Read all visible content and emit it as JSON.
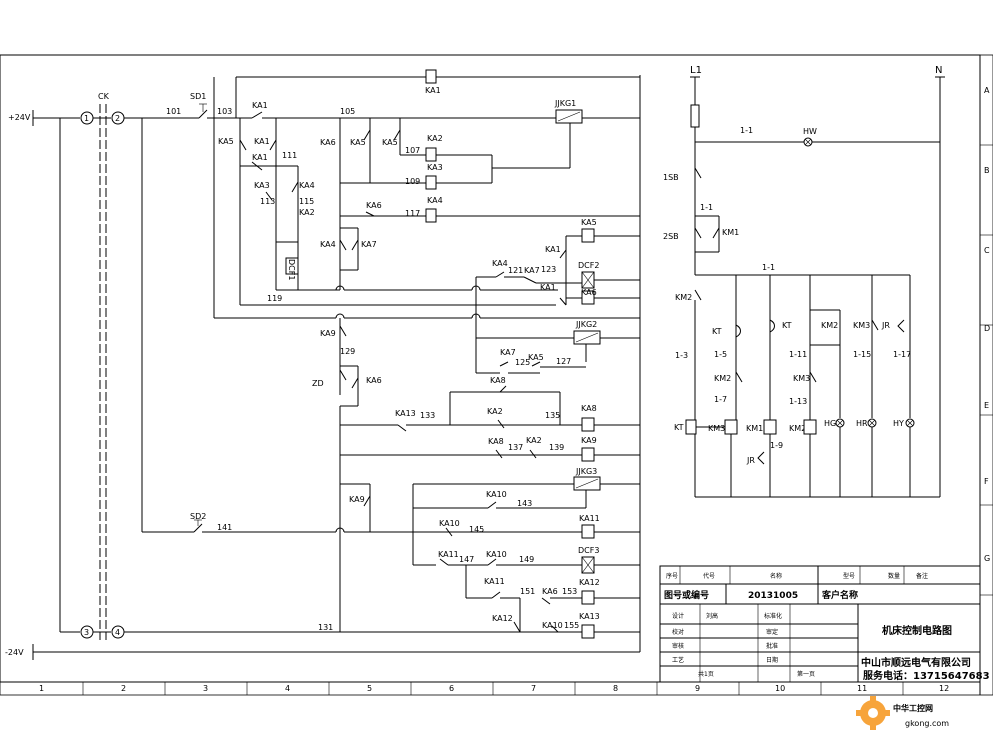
{
  "frame": {
    "columns": [
      "1",
      "2",
      "3",
      "4",
      "5",
      "6",
      "7",
      "8",
      "9",
      "10",
      "11",
      "12"
    ],
    "rows": [
      "A",
      "B",
      "C",
      "D",
      "E",
      "F",
      "G"
    ]
  },
  "supply": {
    "pos": "+24V",
    "neg": "-24V",
    "ck": "CK",
    "t1": "1",
    "t2": "2",
    "t3": "3",
    "t4": "4"
  },
  "labels": {
    "sd1": "SD1",
    "w101": "101",
    "w103": "103",
    "ka1_a": "KA1",
    "w105": "105",
    "ka1_coil": "KA1",
    "jjkg1": "JJKG1",
    "ka6_a": "KA6",
    "ka5_a": "KA5",
    "ka5_b": "KA5",
    "ka2_coil": "KA2",
    "w107": "107",
    "ka5_c": "KA5",
    "ka1_b": "KA1",
    "ka1_c": "KA1",
    "w111": "111",
    "w109": "109",
    "ka3_coil": "KA3",
    "ka3_a": "KA3",
    "ka4_a": "KA4",
    "w113": "113",
    "w115": "115",
    "ka2_a": "KA2",
    "ka6_b": "KA6",
    "w117": "117",
    "ka4_coil": "KA4",
    "ka4_b": "KA4",
    "ka7_a": "KA7",
    "dcf1": "DCF1",
    "w119": "119",
    "ka5_coil": "KA5",
    "ka1_d": "KA1",
    "w123": "123",
    "ka4_c": "KA4",
    "w121": "121",
    "ka7_b": "KA7",
    "dcf2": "DCF2",
    "ka1_e": "KA1",
    "ka6_coil": "KA6",
    "ka9_a": "KA9",
    "jjkg2": "JJKG2",
    "w129": "129",
    "ka7_c": "KA7",
    "w125": "125",
    "ka5_d": "KA5",
    "w127": "127",
    "zd": "ZD",
    "ka6_c": "KA6",
    "ka8_a": "KA8",
    "ka13_a": "KA13",
    "w133": "133",
    "ka2_b": "KA2",
    "w135": "135",
    "ka8_coil": "KA8",
    "ka8_b": "KA8",
    "w137": "137",
    "ka2_c": "KA2",
    "w139": "139",
    "ka9_coil": "KA9",
    "jjkg3": "JJKG3",
    "ka9_b": "KA9",
    "ka10_a": "KA10",
    "w143": "143",
    "sd2": "SD2",
    "w141": "141",
    "ka10_b": "KA10",
    "w145": "145",
    "ka11_coil": "KA11",
    "ka11_a": "KA11",
    "w147": "147",
    "ka10_c": "KA10",
    "w149": "149",
    "dcf3": "DCF3",
    "ka11_b": "KA11",
    "w151": "151",
    "ka6_d": "KA6",
    "w153": "153",
    "ka12_coil": "KA12",
    "w131": "131",
    "ka12_a": "KA12",
    "ka10_d": "KA10",
    "w155": "155",
    "ka13_coil": "KA13"
  },
  "mains": {
    "l1": "L1",
    "n": "N",
    "w1_1a": "1-1",
    "hw": "HW",
    "sb1": "1SB",
    "w1_1b": "1-1",
    "sb2": "2SB",
    "km1_a": "KM1",
    "w1_1c": "1-1",
    "km2_a": "KM2",
    "kt_a": "KT",
    "w1_5": "1-5",
    "kt_b": "KT",
    "km2_b": "KM2",
    "w1_11": "1-11",
    "km3_a": "KM3",
    "w1_15": "1-15",
    "jr_a": "JR",
    "w1_17": "1-17",
    "w1_3": "1-3",
    "km2_c": "KM2",
    "w1_7": "1-7",
    "km3_b": "KM3",
    "w1_13": "1-13",
    "kt_coil": "KT",
    "km3_coil": "KM3",
    "km1_coil": "KM1",
    "km2_coil": "KM2",
    "hg": "HG",
    "hr": "HR",
    "hy": "HY",
    "w1_9": "1-9",
    "jr_b": "JR"
  },
  "title_block": {
    "h_seq": "序号",
    "h_code": "代号",
    "h_name": "名称",
    "h_seq2": "型号",
    "h_qty": "数量",
    "h_note": "备注",
    "drawing_no_label": "图号或编号",
    "drawing_no": "20131005",
    "customer_label": "客户名称",
    "design": "设计",
    "designer": "刘高",
    "std": "标准化",
    "check": "校对",
    "review": "审定",
    "audit": "审核",
    "approve": "批准",
    "process": "工艺",
    "date": "日期",
    "sheets_total": "共1页",
    "sheet_no": "第一页",
    "title": "机床控制电路图",
    "company": "中山市顺远电气有限公司",
    "phone": "服务电话：13715647683"
  },
  "watermark": {
    "text": "中华工控网",
    "url": "gkong.com"
  }
}
